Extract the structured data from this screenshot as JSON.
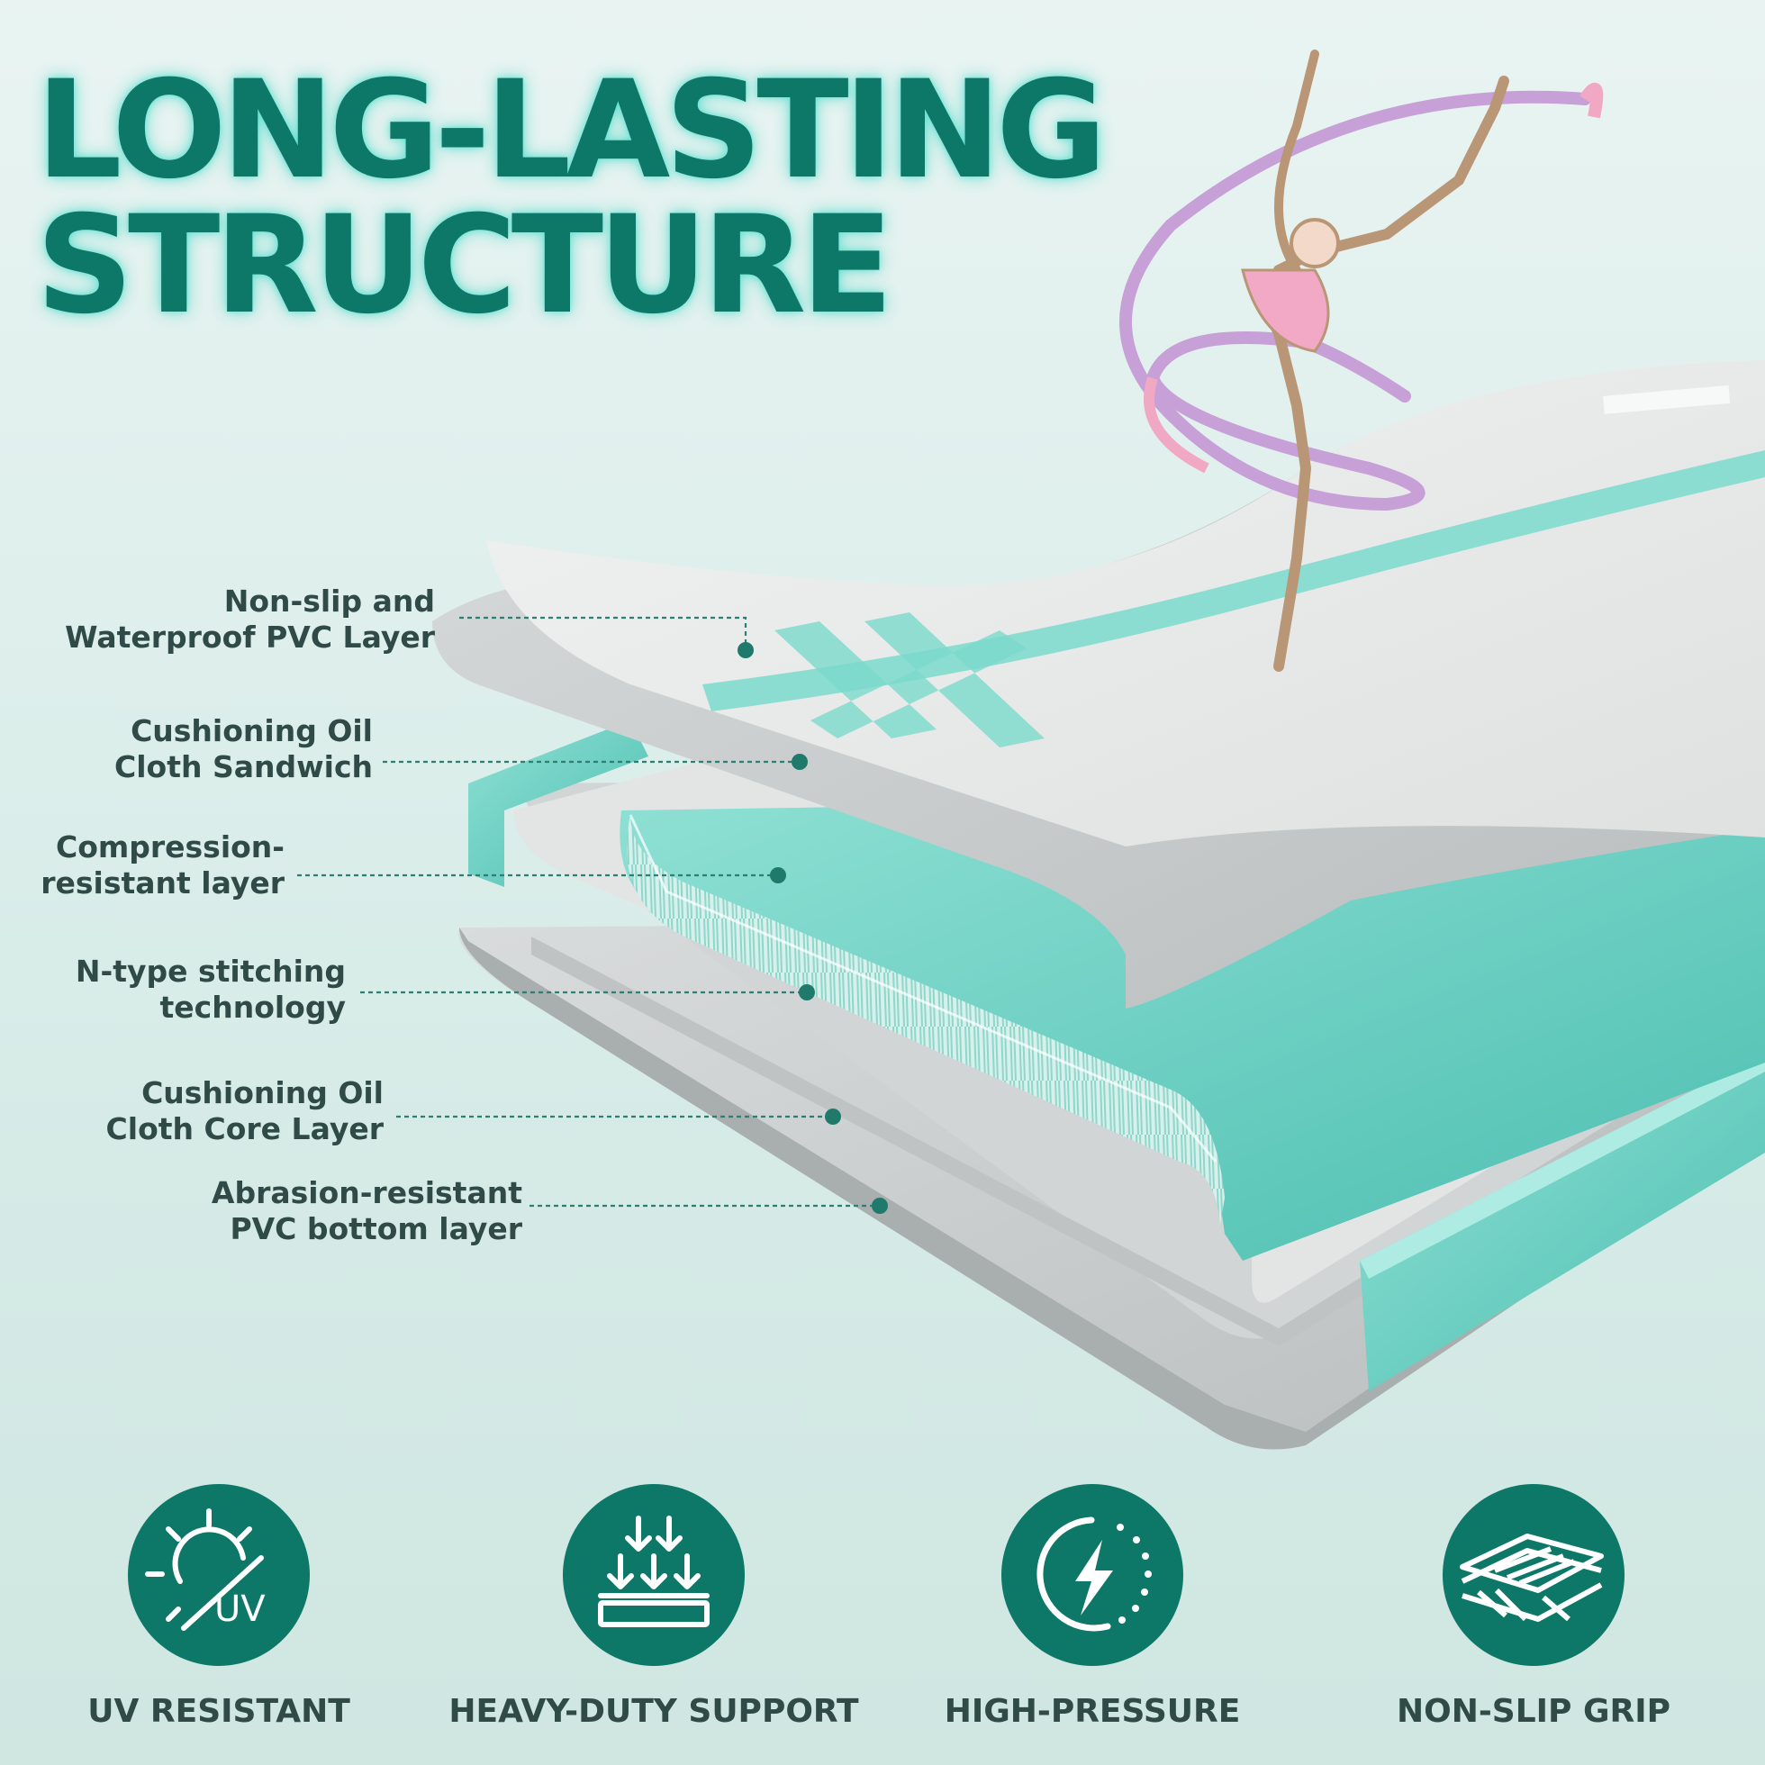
{
  "title": {
    "line1": "LONG-LASTING",
    "line2": "STRUCTURE"
  },
  "layers": [
    {
      "line1": "Non-slip and",
      "line2": "Waterproof PVC Layer"
    },
    {
      "line1": "Cushioning Oil",
      "line2": "Cloth Sandwich"
    },
    {
      "line1": "Compression-",
      "line2": "resistant layer"
    },
    {
      "line1": "N-type stitching",
      "line2": "technology"
    },
    {
      "line1": "Cushioning Oil",
      "line2": "Cloth Core Layer"
    },
    {
      "line1": "Abrasion-resistant",
      "line2": "PVC bottom layer"
    }
  ],
  "features": [
    {
      "label": "UV RESISTANT",
      "icon": "uv-sun-icon",
      "icon_text": "UV"
    },
    {
      "label": "HEAVY-DUTY SUPPORT",
      "icon": "downward-arrows-support-icon"
    },
    {
      "label": "HIGH-PRESSURE",
      "icon": "lightning-gauge-icon"
    },
    {
      "label": "NON-SLIP GRIP",
      "icon": "grip-layers-icon"
    }
  ],
  "colors": {
    "brand": "#0d7868",
    "mint": "#6fd6c9",
    "gray": "#c9cccc",
    "text": "#2f4a47"
  }
}
